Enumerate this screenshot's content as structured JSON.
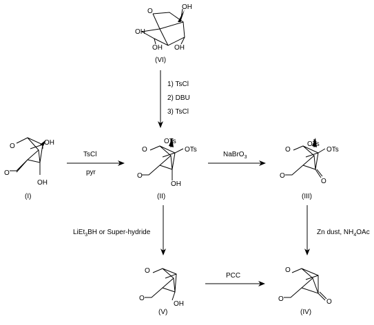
{
  "compounds": [
    {
      "id": "VI",
      "label": "(VI)",
      "atoms": [
        "O",
        "OH",
        "OH",
        "OH",
        "OH"
      ]
    },
    {
      "id": "I",
      "label": "(I)",
      "atoms": [
        "O",
        "O",
        "OH",
        "OH"
      ]
    },
    {
      "id": "II",
      "label": "(II)",
      "atoms": [
        "O",
        "O",
        "OTs",
        "OTs",
        "OH"
      ]
    },
    {
      "id": "III",
      "label": "(III)",
      "atoms": [
        "O",
        "O",
        "OTs",
        "OTs",
        "O"
      ]
    },
    {
      "id": "V",
      "label": "(V)",
      "atoms": [
        "O",
        "O",
        "OH"
      ]
    },
    {
      "id": "IV",
      "label": "(IV)",
      "atoms": [
        "O",
        "O",
        "O"
      ]
    }
  ],
  "reactions": [
    {
      "from": "VI",
      "to": "II",
      "conditions": [
        "1) TsCl",
        "2) DBU",
        "3) TsCl"
      ]
    },
    {
      "from": "I",
      "to": "II",
      "above": "TsCl",
      "below": "pyr"
    },
    {
      "from": "II",
      "to": "III",
      "above": "NaBrO3"
    },
    {
      "from": "II",
      "to": "V",
      "conditions": [
        "LiEt3BH or Super-hydride"
      ]
    },
    {
      "from": "III",
      "to": "IV",
      "conditions": [
        "Zn dust, NH4OAc"
      ]
    },
    {
      "from": "V",
      "to": "IV",
      "above": "PCC"
    }
  ]
}
